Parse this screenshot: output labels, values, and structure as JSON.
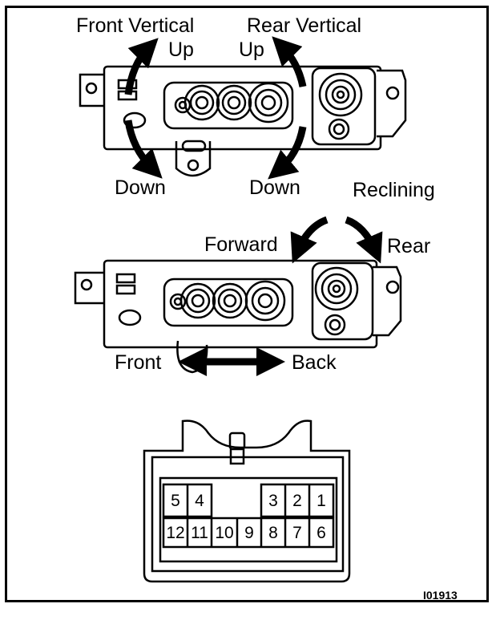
{
  "labels": {
    "front_vertical": "Front Vertical",
    "front_up": "Up",
    "rear_vertical": "Rear Vertical",
    "rear_up": "Up",
    "front_down": "Down",
    "rear_down": "Down",
    "reclining": "Reclining",
    "forward": "Forward",
    "rear": "Rear",
    "front": "Front",
    "back": "Back"
  },
  "connector": {
    "top_row": [
      "5",
      "4",
      "3",
      "2",
      "1"
    ],
    "bottom_row": [
      "12",
      "11",
      "10",
      "9",
      "8",
      "7",
      "6"
    ]
  },
  "figure_code": "I01913"
}
